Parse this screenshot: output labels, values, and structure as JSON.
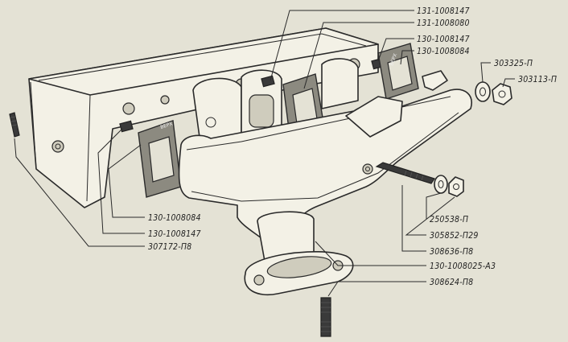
{
  "callouts": {
    "c1": "131-1008147",
    "c2": "131-1008080",
    "c3": "130-1008147",
    "c4": "130-1008084",
    "c5": "303325-П",
    "c6": "303113-П",
    "c7": "130-1008084",
    "c8": "130-1008147",
    "c9": "307172-П8",
    "c10": "250538-П",
    "c11": "305852-П29",
    "c12": "308636-П8",
    "c13": "130-1008025-А3",
    "c14": "308624-П8"
  },
  "gasket_marks": {
    "left": "ВЕРХ",
    "right": "ВЕРХ"
  }
}
